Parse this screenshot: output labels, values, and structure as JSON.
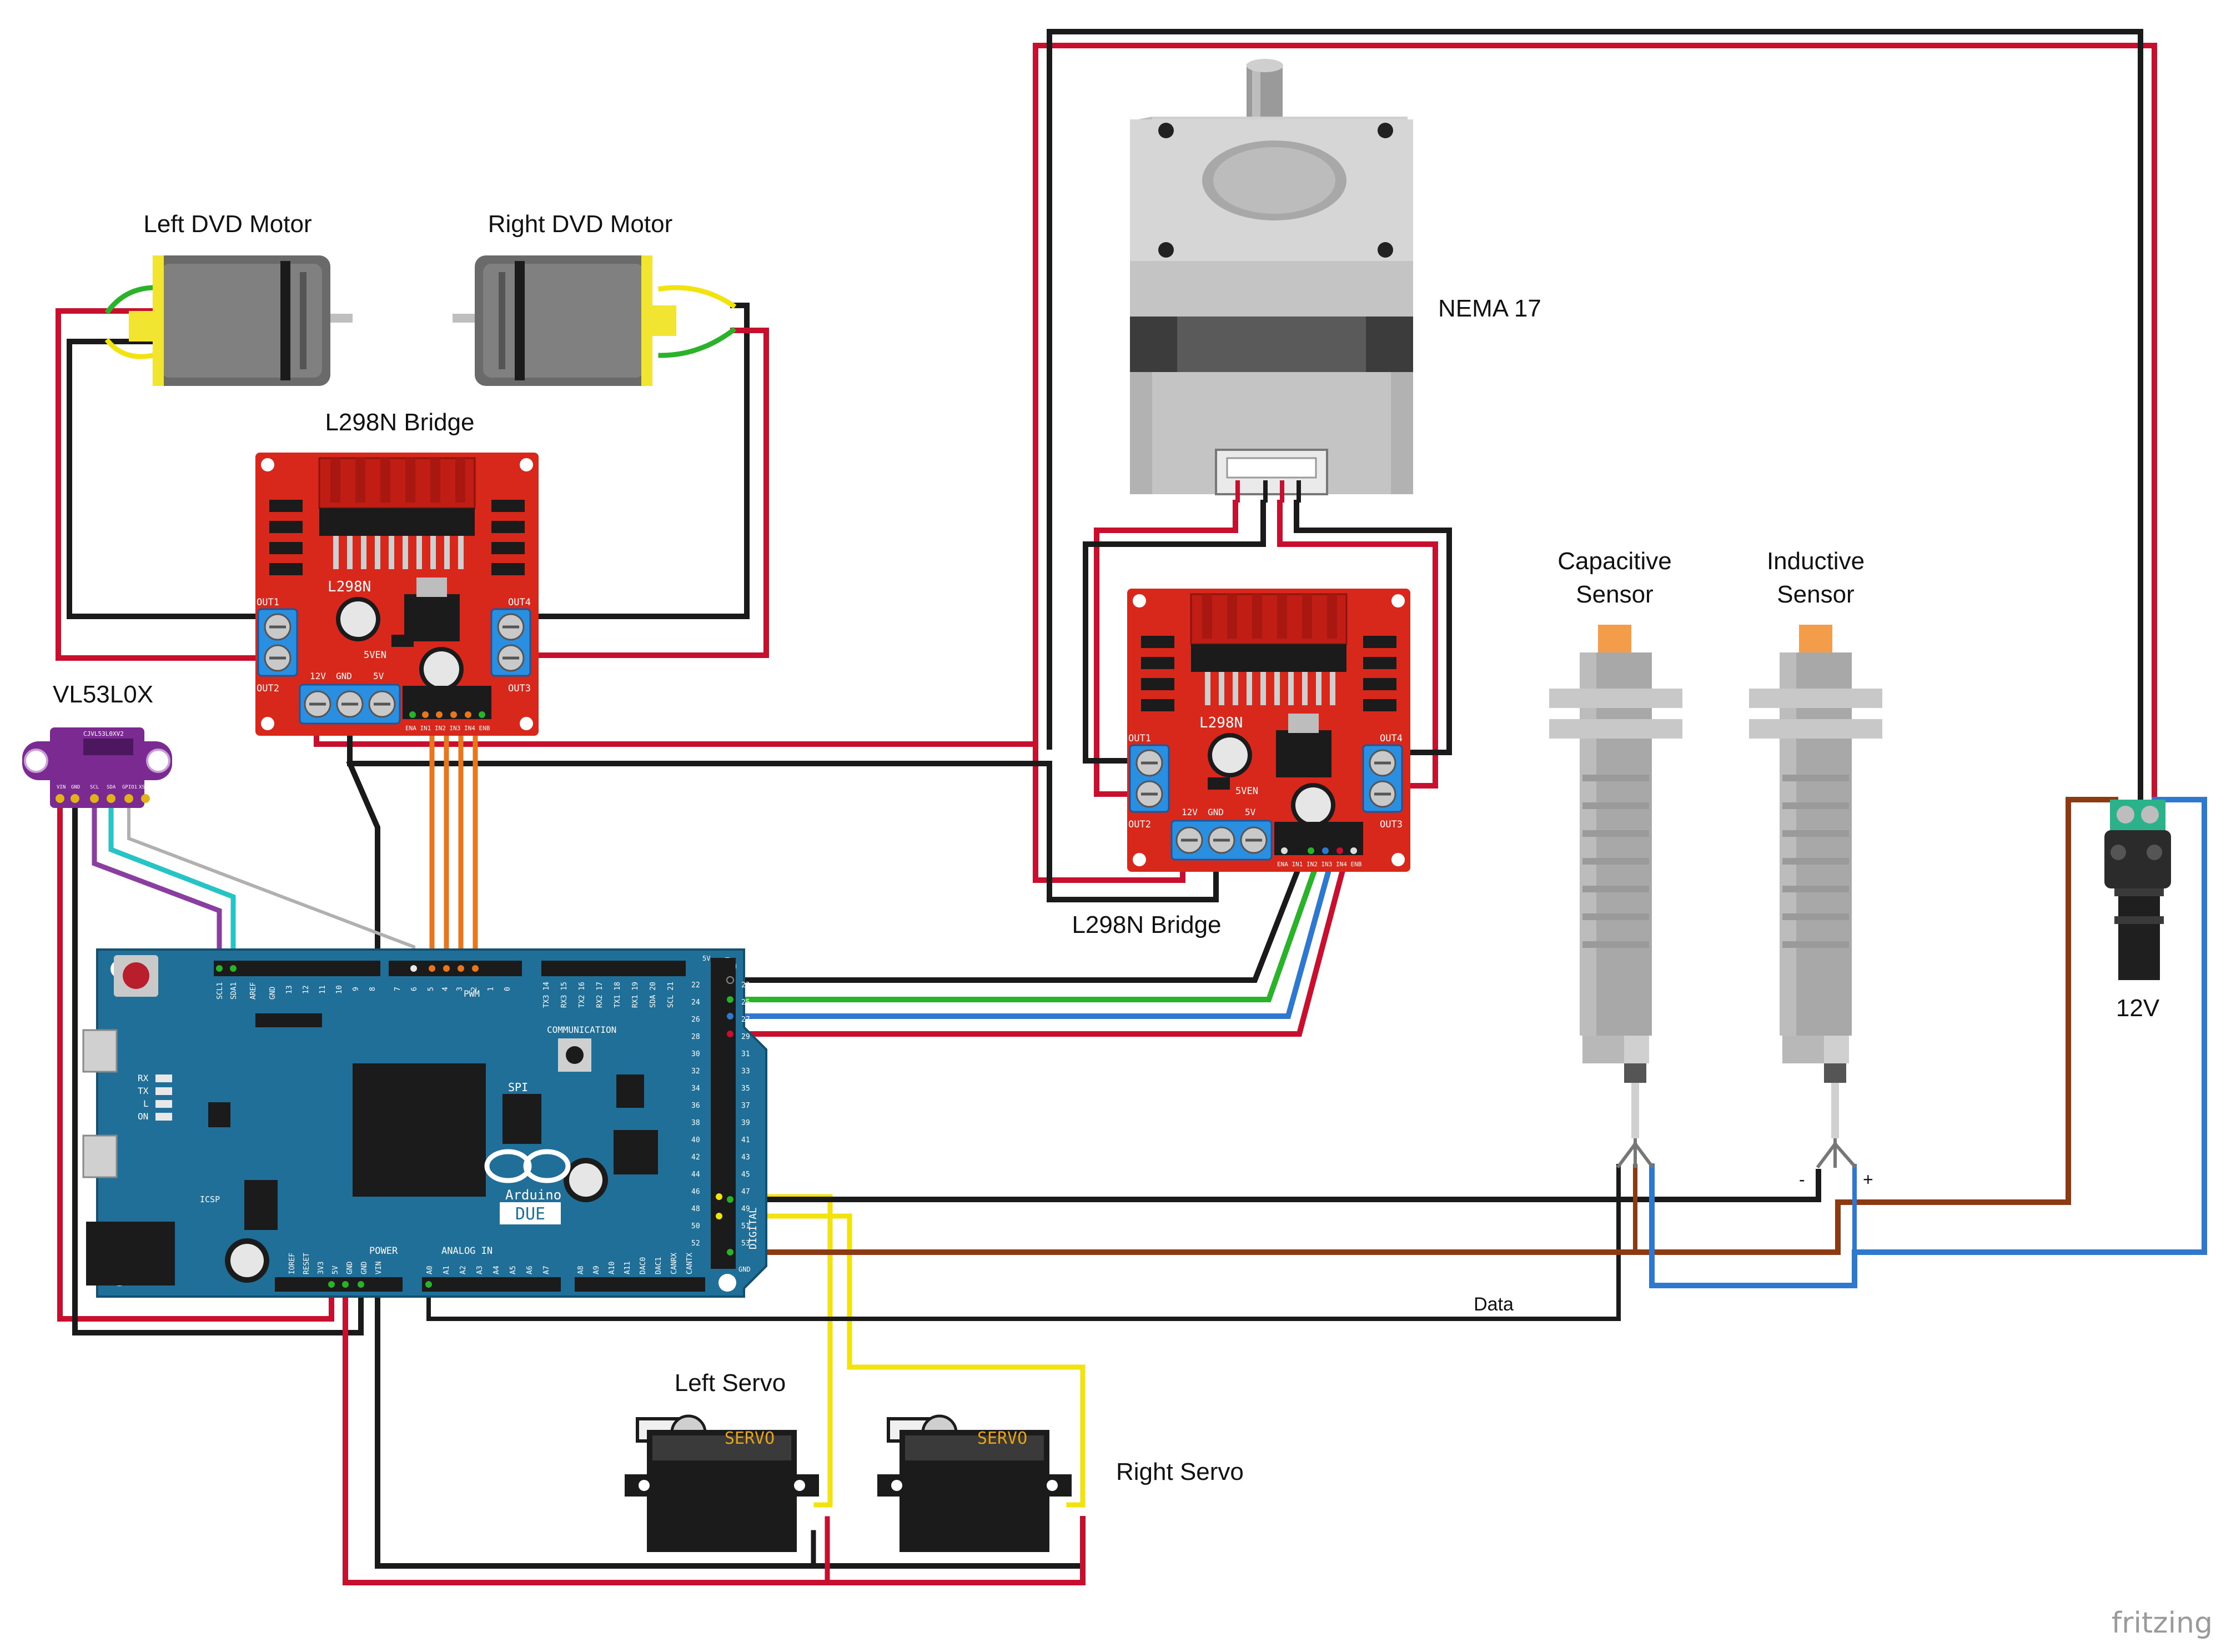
{
  "labels": {
    "left_dvd_motor": "Left DVD Motor",
    "right_dvd_motor": "Right DVD Motor",
    "l298n_top": "L298N Bridge",
    "l298n_bottom": "L298N Bridge",
    "nema17": "NEMA 17",
    "vl53l0x": "VL53L0X",
    "capacitive_line1": "Capacitive",
    "capacitive_line2": "Sensor",
    "inductive_line1": "Inductive",
    "inductive_line2": "Sensor",
    "power_12v": "12V",
    "left_servo": "Left Servo",
    "right_servo": "Right Servo",
    "data": "Data",
    "minus": "-",
    "plus": "+",
    "watermark": "fritzing"
  },
  "l298n_board": {
    "chip": "L298N",
    "out1": "OUT1",
    "out2": "OUT2",
    "out3": "OUT3",
    "out4": "OUT4",
    "v12": "12V",
    "gnd": "GND",
    "v5": "5V",
    "v5en": "5VEN",
    "pins": "ENA IN1 IN2 IN3 IN4 ENB"
  },
  "servo": {
    "brand": "SERVO"
  },
  "arduino": {
    "logo": "Arduino",
    "model": "DUE",
    "communication": "COMMUNICATION",
    "pwm": "PWM",
    "power": "POWER",
    "analog_in": "ANALOG IN",
    "digital": "DIGITAL",
    "spi": "SPI",
    "icsp": "ICSP",
    "leds": [
      "RX",
      "TX",
      "L",
      "ON"
    ],
    "top_pins_left": [
      "SCL1",
      "SDA1",
      "AREF",
      "GND",
      "13",
      "12",
      "11",
      "10",
      "9",
      "8"
    ],
    "top_pins_pwm": [
      "7",
      "6",
      "5",
      "4",
      "3",
      "2",
      "1",
      "0"
    ],
    "top_pins_comm": [
      "TX3 14",
      "RX3 15",
      "TX2 16",
      "RX2 17",
      "TX1 18",
      "RX1 19",
      "SDA 20",
      "SCL 21"
    ],
    "power_pins": [
      "IOREF",
      "RESET",
      "3V3",
      "5V",
      "GND",
      "GND",
      "VIN"
    ],
    "analog_pins": [
      "A0",
      "A1",
      "A2",
      "A3",
      "A4",
      "A5",
      "A6",
      "A7",
      "A8",
      "A9",
      "A10",
      "A11",
      "DAC0",
      "DAC1",
      "CANRX",
      "CANTX"
    ],
    "digital_pins_even": [
      "22",
      "24",
      "26",
      "28",
      "30",
      "32",
      "34",
      "36",
      "38",
      "40",
      "42",
      "44",
      "46",
      "48",
      "50",
      "52"
    ],
    "digital_pins_odd": [
      "23",
      "25",
      "27",
      "29",
      "31",
      "33",
      "35",
      "37",
      "39",
      "41",
      "43",
      "45",
      "47",
      "49",
      "51",
      "53"
    ],
    "header_5v": "5V",
    "header_gnd": "GND"
  },
  "vl53_pins": [
    "VIN",
    "GND",
    "SCL",
    "SDA",
    "GPIO1",
    "XSHUT"
  ],
  "vl53_chip": "CJVL53L0XV2",
  "colors": {
    "wire_red": "#c8102e",
    "wire_black": "#1a1a1a",
    "wire_orange": "#e8761c",
    "wire_green": "#2bb22b",
    "wire_blue": "#2f78d0",
    "wire_yellow": "#f2e20e",
    "wire_brown": "#8b3a12",
    "wire_cyan": "#26c4c4",
    "wire_purple": "#8a3ea0",
    "wire_grey": "#b0b0b0",
    "l298n_red": "#d8281c",
    "arduino_blue": "#1f6f99",
    "vl53_purple": "#7a2a90",
    "motor_grey": "#6a6a6a",
    "motor_yellow": "#f2e531",
    "sensor_orange": "#f39c4a",
    "terminal_blue": "#2a8fe0"
  }
}
